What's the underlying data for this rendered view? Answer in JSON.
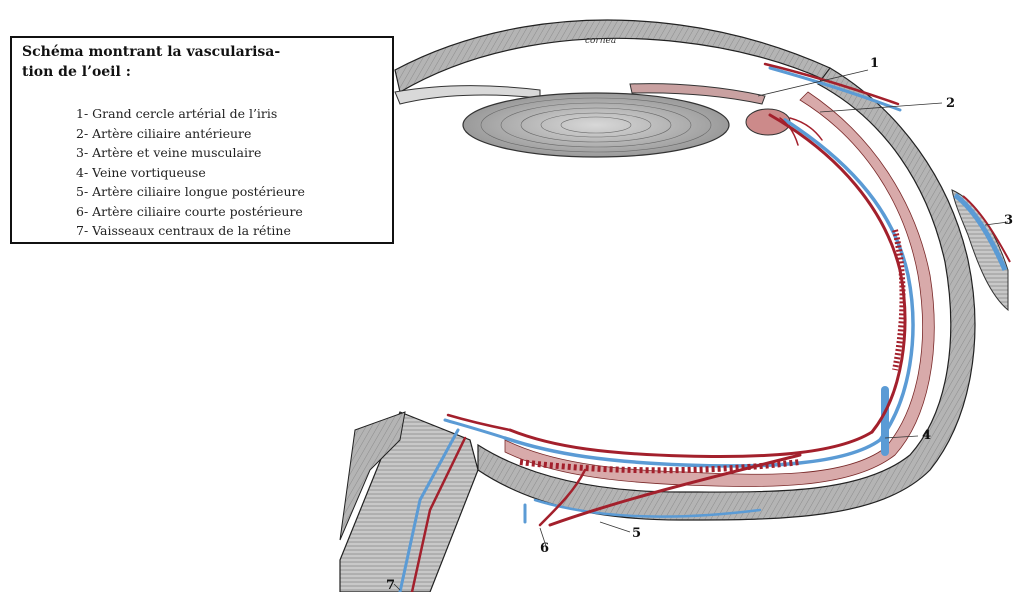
{
  "legend": {
    "title_line1": "Schéma montrant la vascularisa-",
    "title_line2": "tion de l’oeil :",
    "items": [
      "1- Grand cercle artérial de l’iris",
      "2- Artère ciliaire antérieure",
      "3- Artère et veine musculaire",
      "4- Veine vortiqueuse",
      "5- Artère ciliaire longue postérieure",
      "6- Artère ciliaire courte postérieure",
      "7- Vaisseaux centraux de la rétine"
    ]
  },
  "diagram": {
    "cornea_label": "cornea",
    "callouts": [
      "1",
      "2",
      "3",
      "4",
      "5",
      "6",
      "7"
    ],
    "colors": {
      "artery": "#a3202c",
      "vein": "#5b9bd5",
      "tissue": "#a9a9a9",
      "outline": "#222222"
    }
  }
}
